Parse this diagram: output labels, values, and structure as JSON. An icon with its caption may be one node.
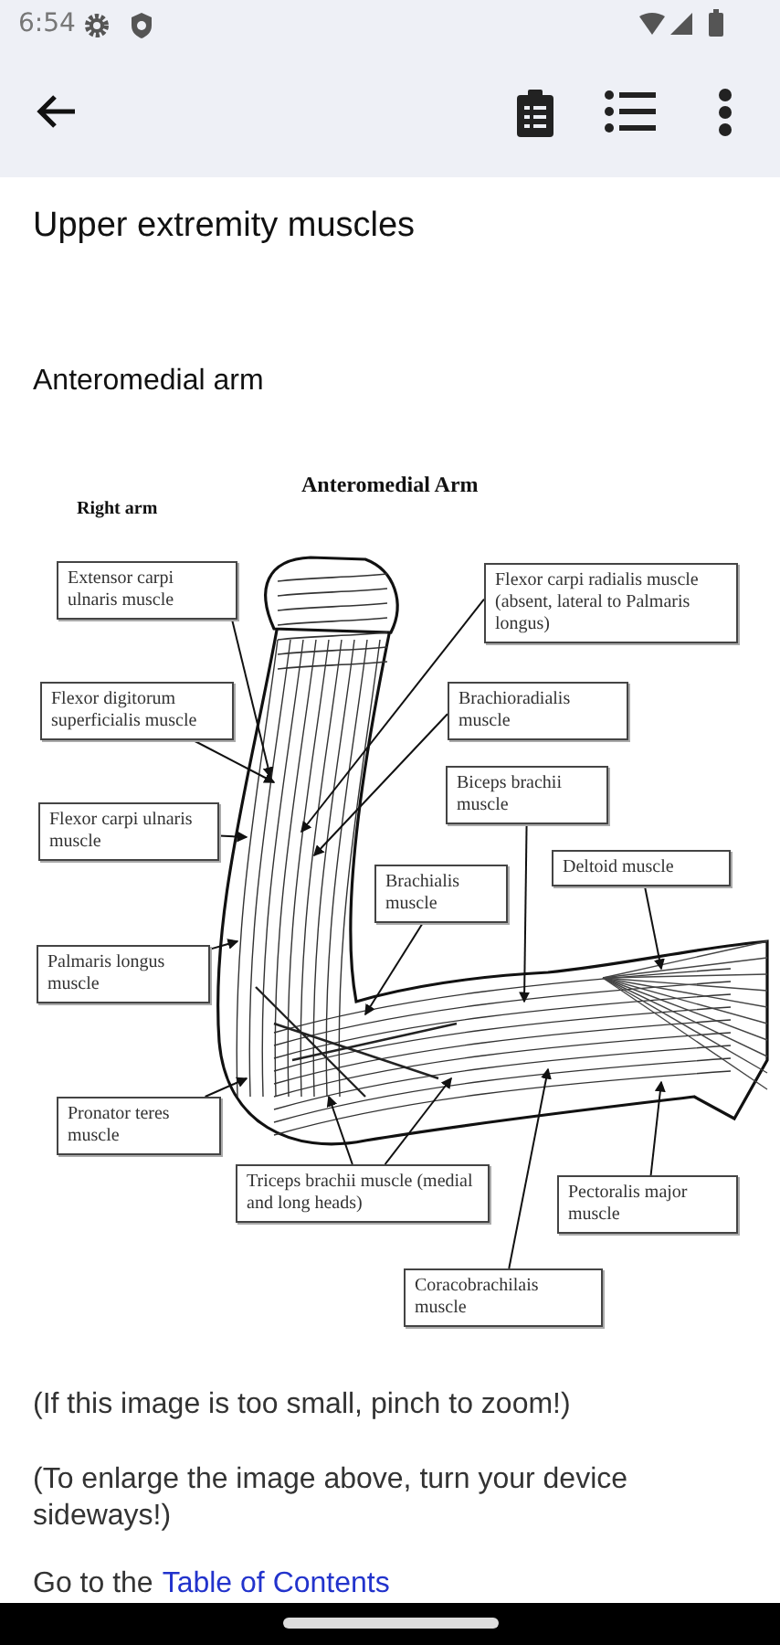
{
  "diagram": {
    "title": "Anteromedial Arm",
    "nodes": [
      {
        "text": [
          "Extensor carpi ulnaris muscle"
        ]
      },
      {
        "text": [
          "Flexor digitorum superficialis muscle"
        ]
      },
      {
        "text": [
          "Flexor carpi ulnaris muscle"
        ]
      },
      {
        "text": [
          "Flexor carpi radialis muscle (absent, lateral to Palmaris longus)"
        ]
      },
      {
        "text": [
          "Brachioradialis muscle"
        ]
      },
      {
        "text": [
          "Biceps brachii muscle"
        ]
      },
      {
        "text": [
          "Deltoid muscle"
        ]
      },
      {
        "text": [
          "Brachialis muscle"
        ]
      },
      {
        "text": [
          "Palmaris longus muscle"
        ]
      },
      {
        "text": [
          "Pronator teres muscle"
        ]
      },
      {
        "text": [
          "Triceps brachii muscle (medial and long heads)"
        ]
      },
      {
        "text": [
          "Pectoralis major muscle"
        ]
      },
      {
        "text": [
          "Coracobrachilais muscle"
        ]
      }
    ],
    "edges": [
      {
        "from": 0,
        "to": null,
        "arrow": "to"
      },
      {
        "from": 1,
        "to": null,
        "arrow": "to"
      },
      {
        "from": 2,
        "to": null,
        "arrow": "to"
      },
      {
        "from": 3,
        "to": null,
        "arrow": "to"
      },
      {
        "from": 4,
        "to": null,
        "arrow": "to"
      },
      {
        "from": 5,
        "to": null,
        "arrow": "to"
      },
      {
        "from": 6,
        "to": null,
        "arrow": "to"
      },
      {
        "from": 7,
        "to": null,
        "arrow": "to"
      },
      {
        "from": 8,
        "to": null,
        "arrow": "to"
      },
      {
        "from": 9,
        "to": null,
        "arrow": "to"
      },
      {
        "from": 10,
        "to": null,
        "arrow": "to"
      },
      {
        "from": 10,
        "to": null,
        "arrow": "to"
      },
      {
        "from": 11,
        "to": null,
        "arrow": "to"
      },
      {
        "from": 12,
        "to": null,
        "arrow": "to"
      }
    ],
    "labels": [
      "6:54",
      "Upper extremity muscles",
      "Anteromedial arm",
      "Right arm",
      "(If this image is too small, pinch to zoom!)",
      "(To enlarge the image above, turn your device sideways!)",
      "Go to the",
      "Table of Contents"
    ]
  }
}
